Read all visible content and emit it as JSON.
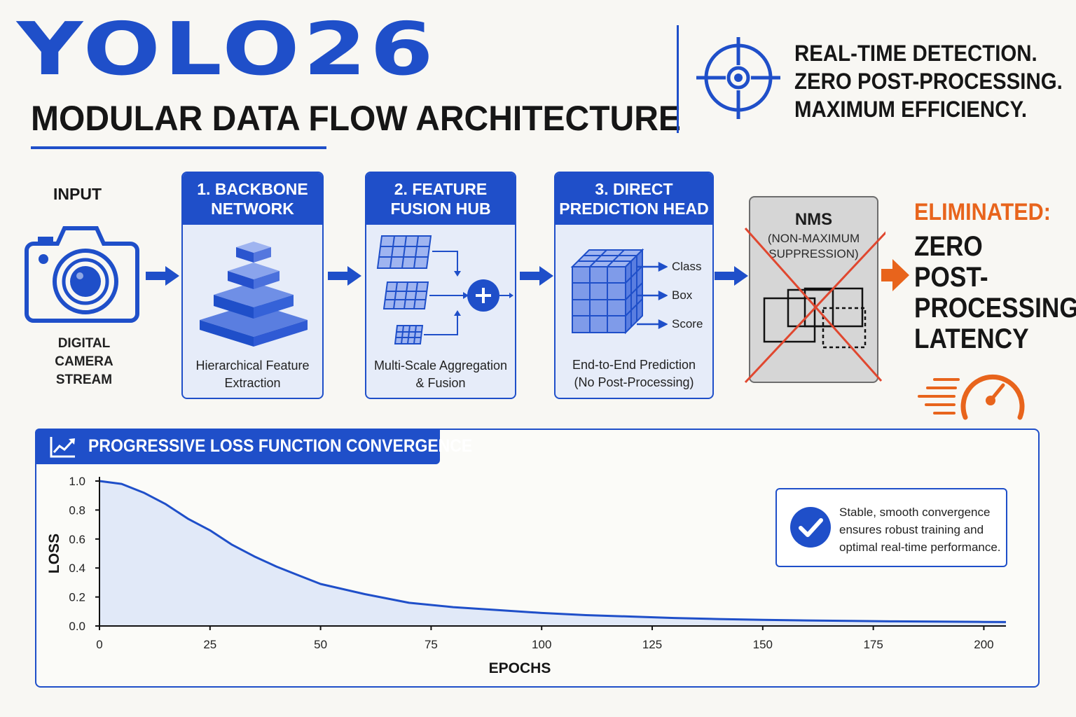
{
  "header": {
    "title": "YOLO26",
    "subtitle": "MODULAR DATA FLOW ARCHITECTURE",
    "tagline": [
      "REAL-TIME DETECTION.",
      "ZERO POST-PROCESSING.",
      "MAXIMUM EFFICIENCY."
    ]
  },
  "input": {
    "label": "INPUT",
    "caption_line1": "DIGITAL CAMERA",
    "caption_line2": "STREAM"
  },
  "stages": [
    {
      "title_line1": "1. BACKBONE",
      "title_line2": "NETWORK",
      "desc_line1": "Hierarchical Feature",
      "desc_line2": "Extraction"
    },
    {
      "title_line1": "2. FEATURE",
      "title_line2": "FUSION HUB",
      "desc_line1": "Multi-Scale Aggregation",
      "desc_line2": "& Fusion"
    },
    {
      "title_line1": "3. DIRECT",
      "title_line2": "PREDICTION HEAD",
      "desc_line1": "End-to-End Prediction",
      "desc_line2": "(No Post-Processing)",
      "outputs": [
        "Class",
        "Box",
        "Score"
      ]
    }
  ],
  "nms": {
    "title": "NMS",
    "sub_line1": "(NON-MAXIMUM",
    "sub_line2": "SUPPRESSION)"
  },
  "eliminated": {
    "label": "ELIMINATED:",
    "lines": [
      "ZERO",
      "POST-",
      "PROCESSING",
      "LATENCY"
    ]
  },
  "loss_panel": {
    "title": "PROGRESSIVE LOSS FUNCTION CONVERGENCE",
    "note": [
      "Stable, smooth convergence",
      "ensures robust training and",
      "optimal real-time performance."
    ]
  },
  "colors": {
    "blue": "#1f4fc9",
    "orange": "#e8641c",
    "red_cross": "#e0472f"
  },
  "chart_data": {
    "type": "area",
    "xlabel": "EPOCHS",
    "ylabel": "LOSS",
    "xlim": [
      0,
      205
    ],
    "ylim": [
      0,
      1.0
    ],
    "xticks": [
      0,
      25,
      50,
      75,
      100,
      125,
      150,
      175,
      200
    ],
    "yticks": [
      "0.0",
      "0.2",
      "0.4",
      "0.6",
      "0.8",
      "1.0"
    ],
    "grid": false,
    "x": [
      0,
      5,
      10,
      15,
      20,
      25,
      30,
      35,
      40,
      45,
      50,
      60,
      70,
      80,
      90,
      100,
      110,
      120,
      130,
      140,
      150,
      160,
      170,
      180,
      190,
      200,
      205
    ],
    "values": [
      1.0,
      0.98,
      0.92,
      0.84,
      0.74,
      0.66,
      0.56,
      0.48,
      0.41,
      0.35,
      0.29,
      0.22,
      0.16,
      0.13,
      0.11,
      0.09,
      0.075,
      0.065,
      0.055,
      0.048,
      0.042,
      0.038,
      0.035,
      0.032,
      0.03,
      0.028,
      0.027
    ]
  }
}
